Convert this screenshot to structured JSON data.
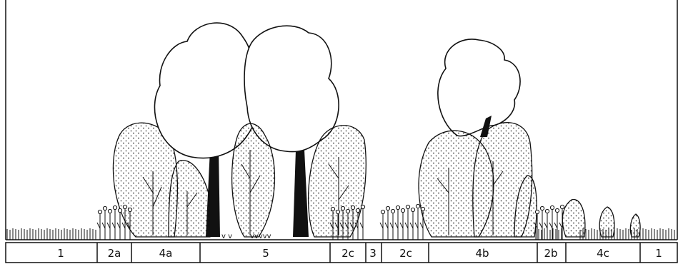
{
  "zones": [
    {
      "id": "z1a",
      "label": "1"
    },
    {
      "id": "z2a",
      "label": "2a"
    },
    {
      "id": "z4a",
      "label": "4a"
    },
    {
      "id": "z5",
      "label": "5"
    },
    {
      "id": "z2c1",
      "label": "2c"
    },
    {
      "id": "z3",
      "label": "3"
    },
    {
      "id": "z2c2",
      "label": "2c"
    },
    {
      "id": "z4b",
      "label": "4b"
    },
    {
      "id": "z2b",
      "label": "2b"
    },
    {
      "id": "z4c",
      "label": "4c"
    },
    {
      "id": "z1b",
      "label": "1"
    }
  ],
  "colors": {
    "ink": "#111111",
    "paper": "#ffffff"
  }
}
